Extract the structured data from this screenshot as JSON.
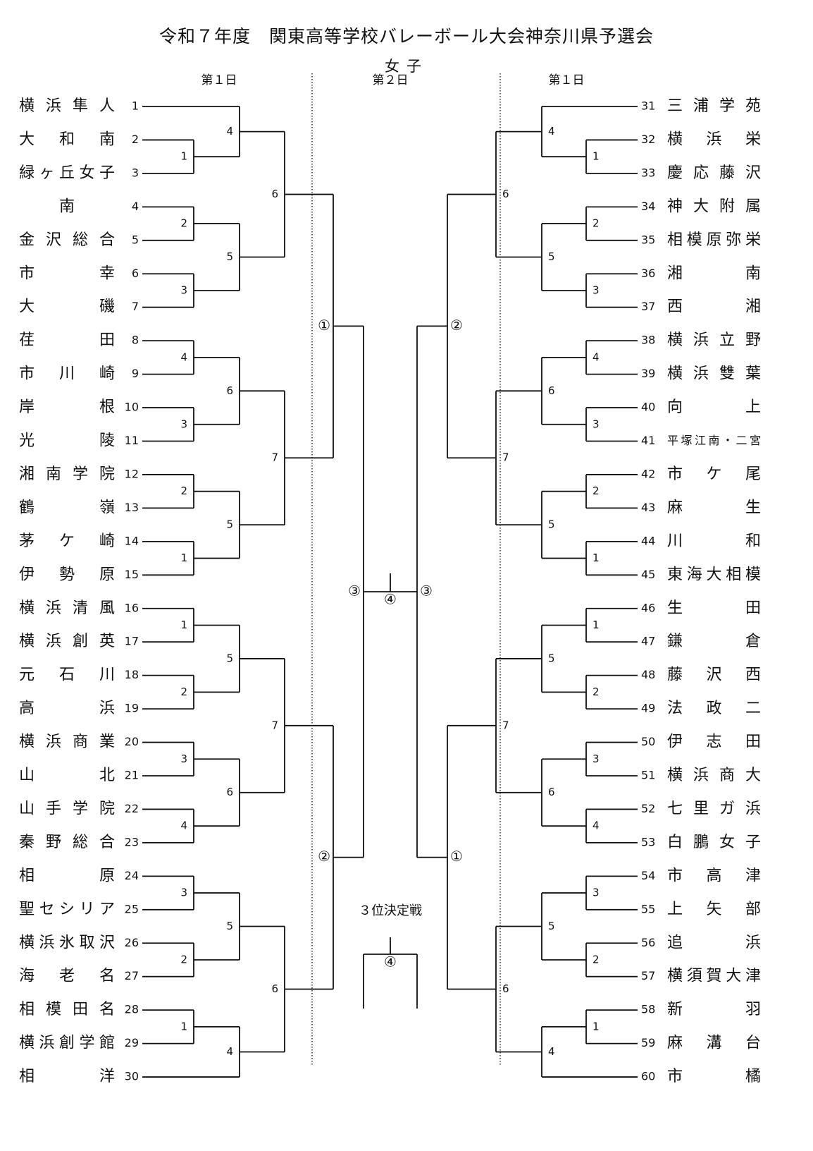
{
  "title": "令和７年度　関東高等学校バレーボール大会神奈川県予選会",
  "subtitle": "女子",
  "day_labels": [
    "第１日",
    "第２日",
    "第１日"
  ],
  "third_place_label": "３位決定戦",
  "left_teams": [
    {
      "seed": "1",
      "name": "横浜隼人"
    },
    {
      "seed": "2",
      "name": "大和南"
    },
    {
      "seed": "3",
      "name": "緑ヶ丘女子"
    },
    {
      "seed": "4",
      "name": "南"
    },
    {
      "seed": "5",
      "name": "金沢総合"
    },
    {
      "seed": "6",
      "name": "市幸"
    },
    {
      "seed": "7",
      "name": "大磯"
    },
    {
      "seed": "8",
      "name": "荏田"
    },
    {
      "seed": "9",
      "name": "市川崎"
    },
    {
      "seed": "10",
      "name": "岸根"
    },
    {
      "seed": "11",
      "name": "光陵"
    },
    {
      "seed": "12",
      "name": "湘南学院"
    },
    {
      "seed": "13",
      "name": "鶴嶺"
    },
    {
      "seed": "14",
      "name": "茅ケ崎"
    },
    {
      "seed": "15",
      "name": "伊勢原"
    },
    {
      "seed": "16",
      "name": "横浜清風"
    },
    {
      "seed": "17",
      "name": "横浜創英"
    },
    {
      "seed": "18",
      "name": "元石川"
    },
    {
      "seed": "19",
      "name": "高浜"
    },
    {
      "seed": "20",
      "name": "横浜商業"
    },
    {
      "seed": "21",
      "name": "山北"
    },
    {
      "seed": "22",
      "name": "山手学院"
    },
    {
      "seed": "23",
      "name": "秦野総合"
    },
    {
      "seed": "24",
      "name": "相原"
    },
    {
      "seed": "25",
      "name": "聖セシリア"
    },
    {
      "seed": "26",
      "name": "横浜氷取沢"
    },
    {
      "seed": "27",
      "name": "海老名"
    },
    {
      "seed": "28",
      "name": "相模田名"
    },
    {
      "seed": "29",
      "name": "横浜創学館"
    },
    {
      "seed": "30",
      "name": "相洋"
    }
  ],
  "right_teams": [
    {
      "seed": "31",
      "name": "三浦学苑"
    },
    {
      "seed": "32",
      "name": "横浜栄"
    },
    {
      "seed": "33",
      "name": "慶応藤沢"
    },
    {
      "seed": "34",
      "name": "神大附属"
    },
    {
      "seed": "35",
      "name": "相模原弥栄"
    },
    {
      "seed": "36",
      "name": "湘南"
    },
    {
      "seed": "37",
      "name": "西湘"
    },
    {
      "seed": "38",
      "name": "横浜立野"
    },
    {
      "seed": "39",
      "name": "横浜雙葉"
    },
    {
      "seed": "40",
      "name": "向上"
    },
    {
      "seed": "41",
      "name": "平塚江南・二宮"
    },
    {
      "seed": "42",
      "name": "市ケ尾"
    },
    {
      "seed": "43",
      "name": "麻生"
    },
    {
      "seed": "44",
      "name": "川和"
    },
    {
      "seed": "45",
      "name": "東海大相模"
    },
    {
      "seed": "46",
      "name": "生田"
    },
    {
      "seed": "47",
      "name": "鎌倉"
    },
    {
      "seed": "48",
      "name": "藤沢西"
    },
    {
      "seed": "49",
      "name": "法政二"
    },
    {
      "seed": "50",
      "name": "伊志田"
    },
    {
      "seed": "51",
      "name": "横浜商大"
    },
    {
      "seed": "52",
      "name": "七里ガ浜"
    },
    {
      "seed": "53",
      "name": "白鵬女子"
    },
    {
      "seed": "54",
      "name": "市高津"
    },
    {
      "seed": "55",
      "name": "上矢部"
    },
    {
      "seed": "56",
      "name": "追浜"
    },
    {
      "seed": "57",
      "name": "横須賀大津"
    },
    {
      "seed": "58",
      "name": "新羽"
    },
    {
      "seed": "59",
      "name": "麻溝台"
    },
    {
      "seed": "60",
      "name": "市橘"
    }
  ],
  "match_labels": {
    "left_r1": [
      "1",
      "2",
      "3",
      "4",
      "3",
      "2",
      "1",
      "1",
      "2",
      "3",
      "4",
      "3",
      "2",
      "1"
    ],
    "left_r2": [
      "4",
      "5",
      "6",
      "5",
      "5",
      "6",
      "5",
      "4"
    ],
    "left_r3": [
      "6",
      "7",
      "7",
      "6"
    ],
    "left_r4": [
      "①",
      "②"
    ],
    "right_r1": [
      "1",
      "2",
      "3",
      "4",
      "3",
      "2",
      "1",
      "1",
      "2",
      "3",
      "4",
      "3",
      "2",
      "1"
    ],
    "right_r2": [
      "4",
      "5",
      "6",
      "5",
      "5",
      "6",
      "5",
      "4"
    ],
    "right_r3": [
      "6",
      "7",
      "7",
      "6"
    ],
    "right_r4": [
      "②",
      "①"
    ],
    "semifinal_left": "③",
    "semifinal_right": "③",
    "final": "④",
    "third_place": "④"
  }
}
